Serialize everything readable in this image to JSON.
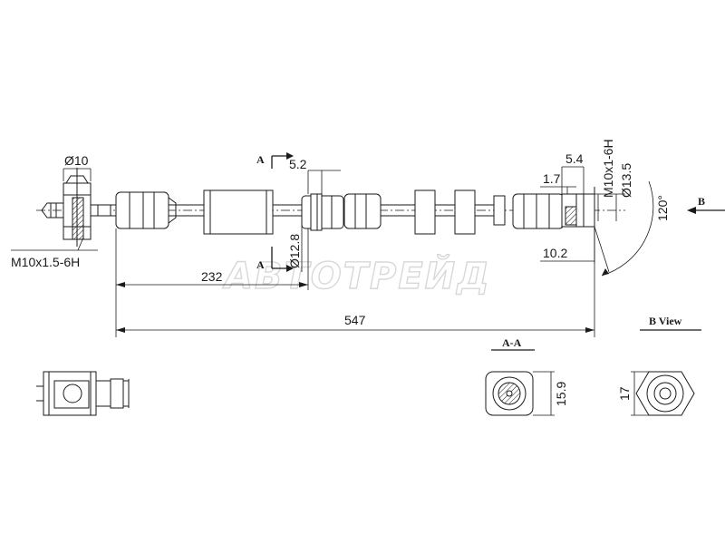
{
  "watermark": "АВТОТРЕЙД",
  "dimensions": {
    "d10": "Ø10",
    "thread_left": "M10x1.5-6H",
    "d5_2": "5.2",
    "d12_8": "Ø12.8",
    "d232": "232",
    "d547": "547",
    "d5_4": "5.4",
    "d1_7": "1.7",
    "thread_right": "M10x1-6H",
    "d13_5": "Ø13.5",
    "d10_2": "10.2",
    "angle": "120°",
    "d15_9": "15.9",
    "d17": "17"
  },
  "section_labels": {
    "a_top": "A",
    "a_bottom": "A",
    "b_arrow": "B",
    "section_aa": "A-A",
    "b_view": "B View"
  }
}
